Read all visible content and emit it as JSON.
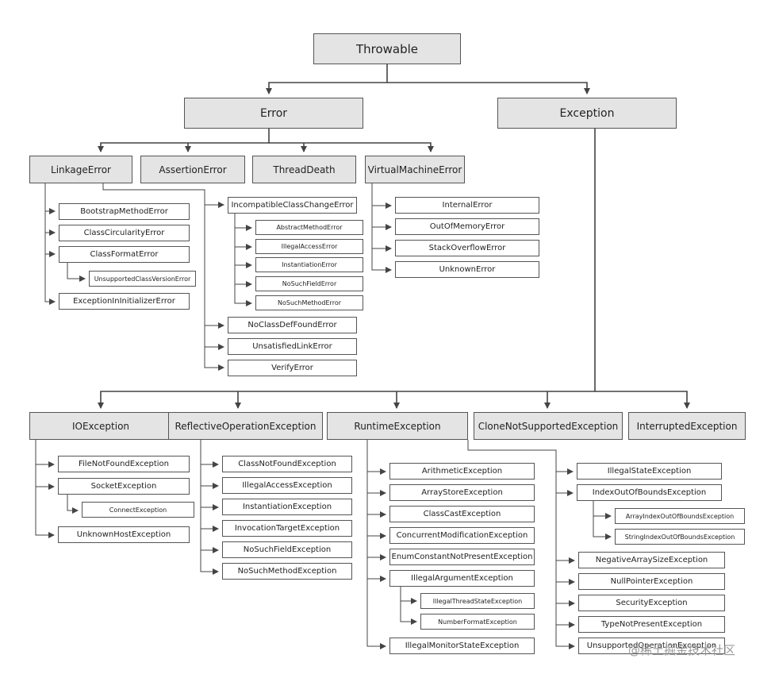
{
  "diagram": {
    "root": "Throwable",
    "error": {
      "label": "Error",
      "linkage": "LinkageError",
      "assertion": "AssertionError",
      "thread_death": "ThreadDeath",
      "vm": "VirtualMachineError",
      "linkage_children": [
        "BootstrapMethodError",
        "ClassCircularityError",
        "ClassFormatError",
        "ExceptionInInitializerError"
      ],
      "class_format_children": [
        "UnsupportedClassVersionError"
      ],
      "linkage_children_2": [
        "IncompatibleClassChangeError",
        "NoClassDefFoundError",
        "UnsatisfiedLinkError",
        "VerifyError"
      ],
      "incompatible_children": [
        "AbstractMethodError",
        "IllegalAccessError",
        "InstantiationError",
        "NoSuchFieldError",
        "NoSuchMethodError"
      ],
      "vm_children": [
        "InternalError",
        "OutOfMemoryError",
        "StackOverflowError",
        "UnknownError"
      ]
    },
    "exception": {
      "label": "Exception",
      "io": "IOException",
      "reflective": "ReflectiveOperationException",
      "runtime": "RuntimeException",
      "clone": "CloneNotSupportedException",
      "interrupted": "InterruptedException",
      "io_children": [
        "FileNotFoundException",
        "SocketException",
        "UnknownHostException"
      ],
      "socket_children": [
        "ConnectException"
      ],
      "reflective_children": [
        "ClassNotFoundException",
        "IllegalAccessException",
        "InstantiationException",
        "InvocationTargetException",
        "NoSuchFieldException",
        "NoSuchMethodException"
      ],
      "runtime_children_a": [
        "ArithmeticException",
        "ArrayStoreException",
        "ClassCastException",
        "ConcurrentModificationException",
        "EnumConstantNotPresentException",
        "IllegalArgumentException",
        "IllegalMonitorStateException"
      ],
      "illegal_argument_children": [
        "IllegalThreadStateException",
        "NumberFormatException"
      ],
      "runtime_children_b": [
        "IllegalStateException",
        "IndexOutOfBoundsException",
        "NegativeArraySizeException",
        "NullPointerException",
        "SecurityException",
        "TypeNotPresentException",
        "UnsupportedOperationException"
      ],
      "index_children": [
        "ArrayIndexOutOfBoundsException",
        "StringIndexOutOfBoundsException"
      ]
    },
    "watermark": "@稀土掘金技术社区",
    "colors": {
      "box_fill": "#e4e4e4",
      "box_border": "#555555",
      "line": "#444444",
      "text": "#222222"
    }
  }
}
